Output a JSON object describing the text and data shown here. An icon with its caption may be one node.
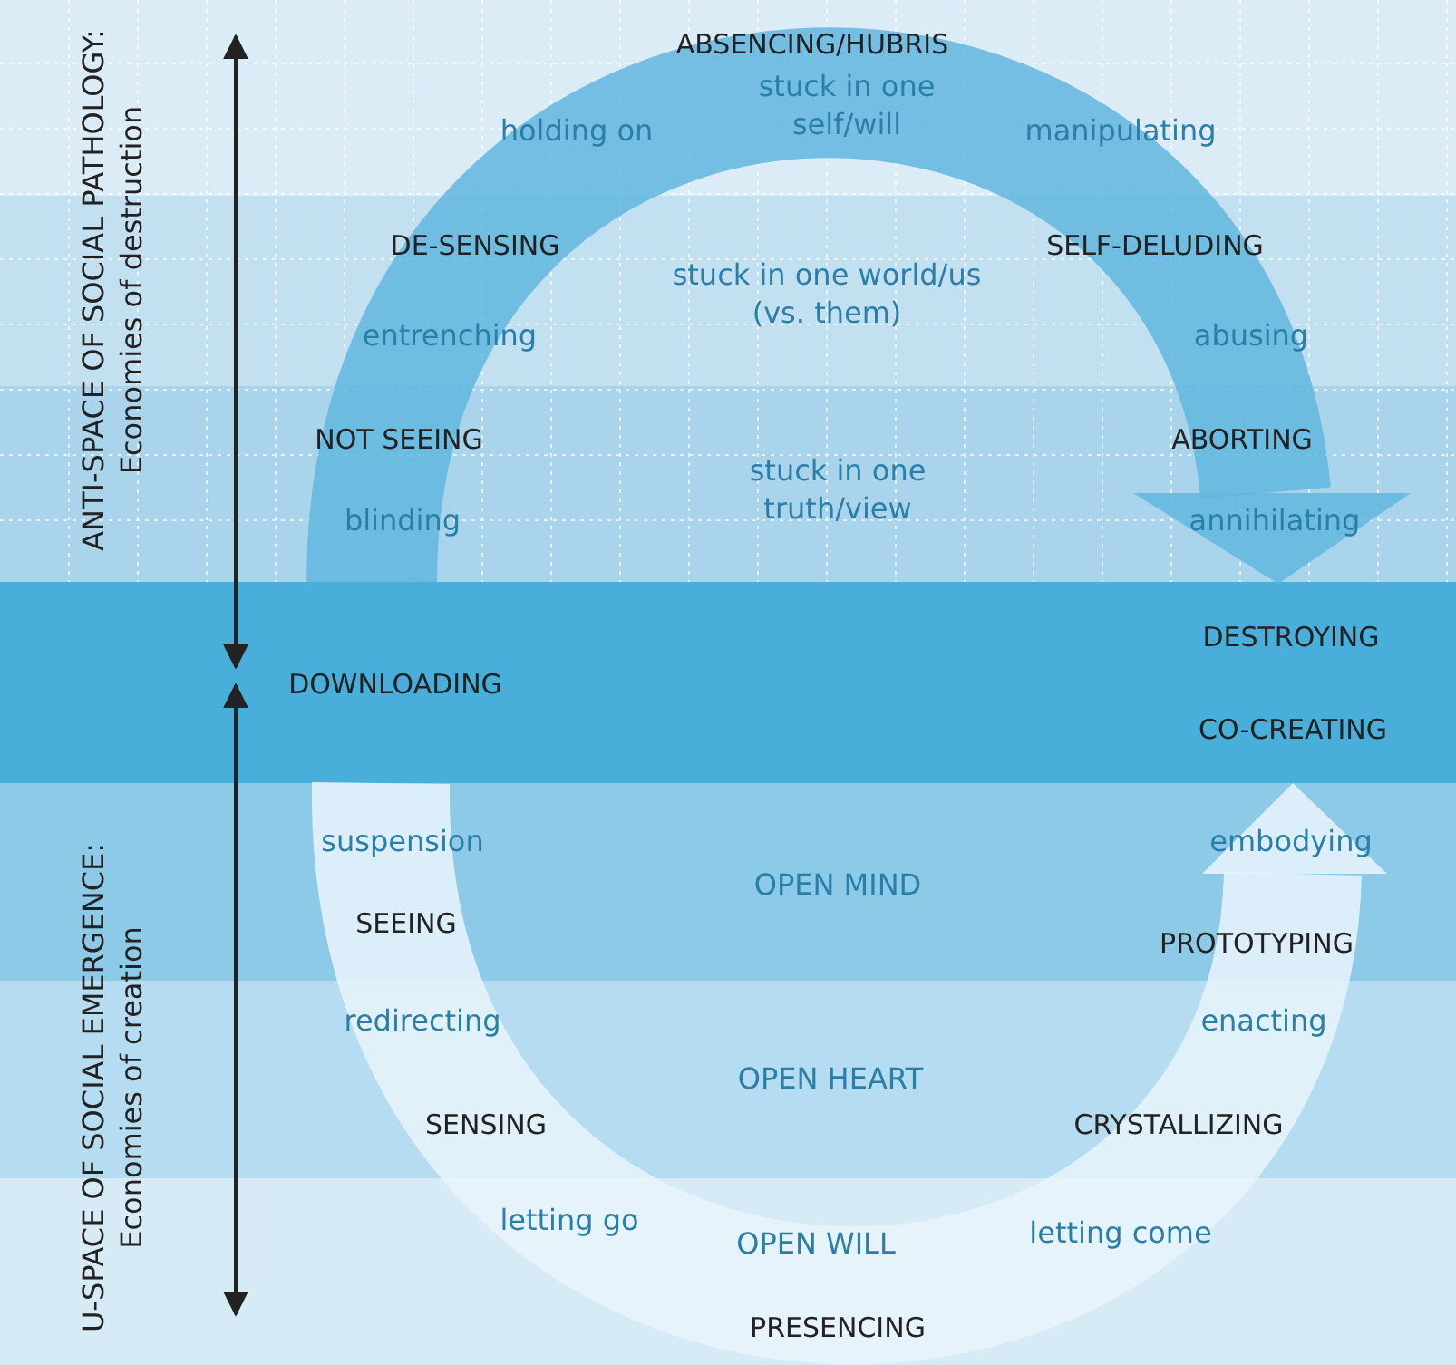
{
  "diagram": {
    "labels": [
      "ANTI-SPACE OF SOCIAL PATHOLOGY:",
      "Economies of destruction",
      "ABSENCING/HUBRIS",
      "holding on",
      "stuck in one self/will",
      "manipulating",
      "DE-SENSING",
      "stuck in one world/us (vs. them)",
      "SELF-DELUDING",
      "entrenching",
      "abusing",
      "NOT SEEING",
      "stuck in one truth/view",
      "ABORTING",
      "blinding",
      "annihilating",
      "DOWNLOADING",
      "DESTROYING",
      "CO-CREATING",
      "U-SPACE OF SOCIAL EMERGENCE:",
      "Economies of creation",
      "suspension",
      "OPEN MIND",
      "embodying",
      "SEEING",
      "PROTOTYPING",
      "redirecting",
      "enacting",
      "OPEN HEART",
      "SENSING",
      "CRYSTALLIZING",
      "letting go",
      "OPEN WILL",
      "letting come",
      "PRESENCING"
    ]
  }
}
